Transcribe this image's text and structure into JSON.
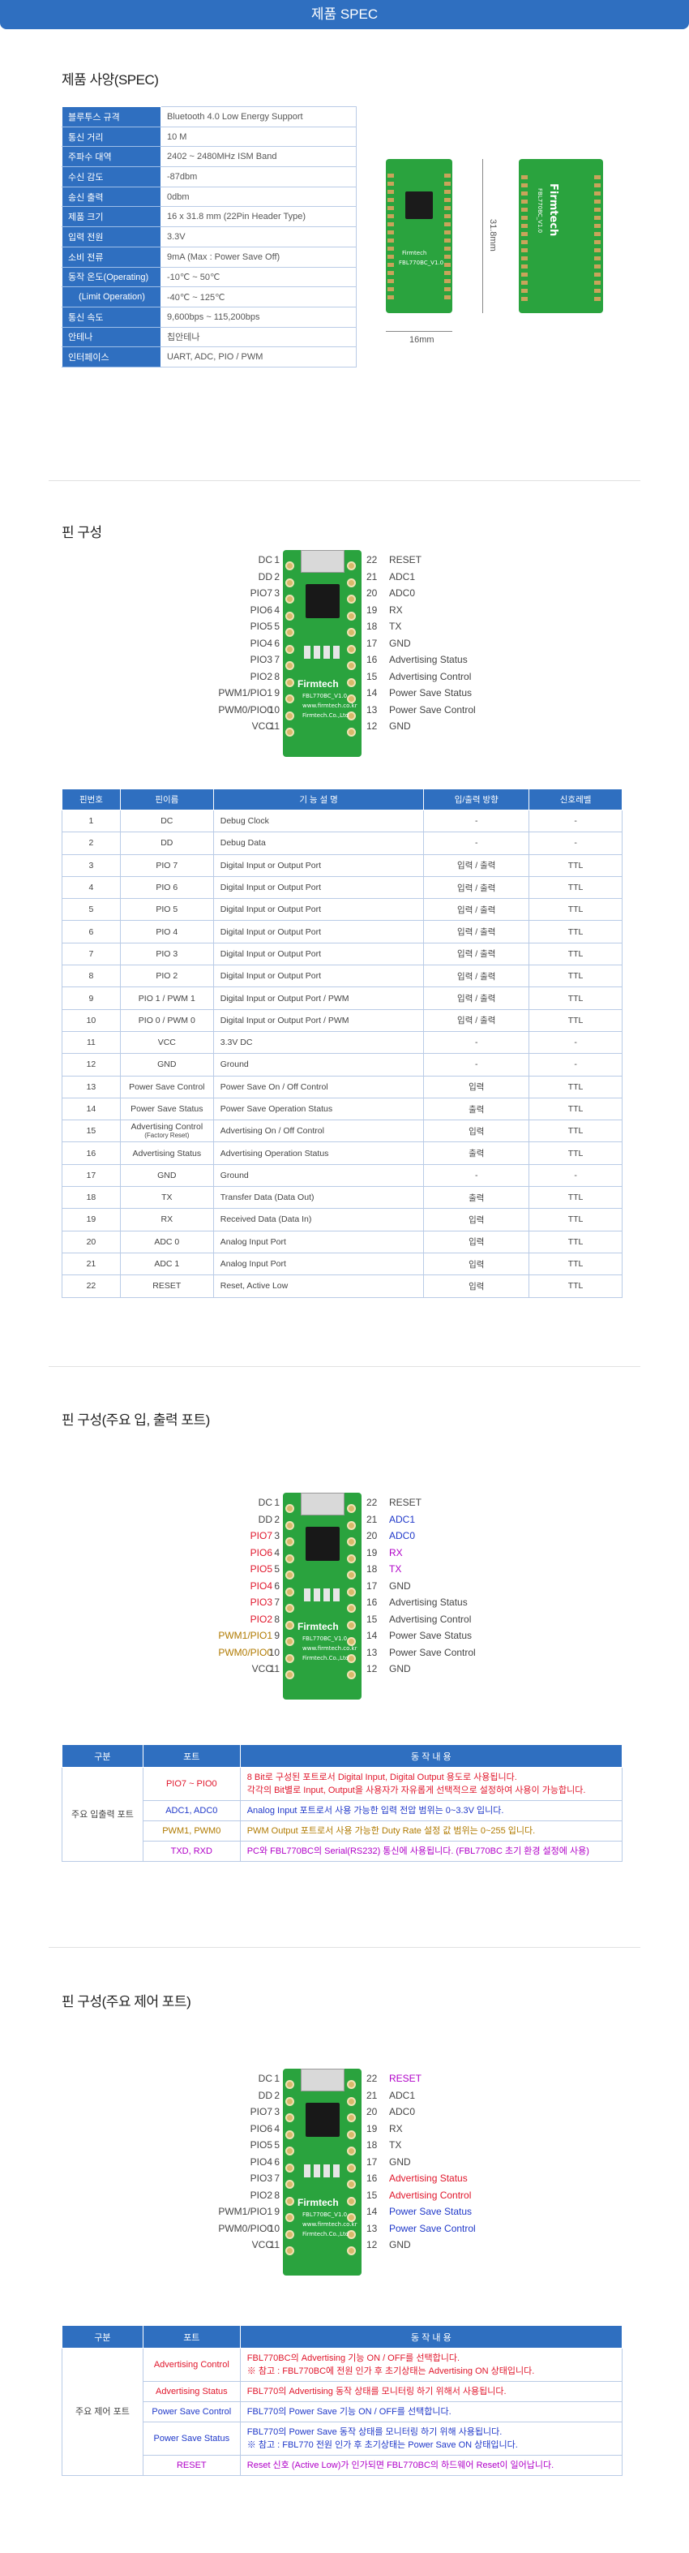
{
  "header": {
    "title": "제품 SPEC"
  },
  "section1": {
    "title": "제품 사양(SPEC)"
  },
  "spec_rows": [
    {
      "k": "블루투스 규격",
      "v": "Bluetooth 4.0 Low Energy Support"
    },
    {
      "k": "통신 거리",
      "v": "10 M"
    },
    {
      "k": "주파수 대역",
      "v": "2402 ~ 2480MHz ISM Band"
    },
    {
      "k": "수신 감도",
      "v": "-87dbm"
    },
    {
      "k": "송신 출력",
      "v": "0dbm"
    },
    {
      "k": "제품 크기",
      "v": "16 x 31.8 mm (22Pin Header Type)"
    },
    {
      "k": "입력 전원",
      "v": "3.3V"
    },
    {
      "k": "소비 전류",
      "v": "9mA (Max : Power Save Off)"
    },
    {
      "k": "동작 온도(Operating)",
      "v": "-10℃ ~ 50℃"
    },
    {
      "k": "(Limit Operation)",
      "v": "-40℃ ~ 125℃"
    },
    {
      "k": "통신 속도",
      "v": "9,600bps ~ 115,200bps"
    },
    {
      "k": "안테나",
      "v": "칩안테나"
    },
    {
      "k": "인터페이스",
      "v": "UART, ADC, PIO / PWM"
    }
  ],
  "dimensions": {
    "width": "16mm",
    "height": "31.8mm"
  },
  "board_text": {
    "brand": "Firmtech",
    "model": "FBL770BC_V1.0",
    "url": "www.firmtech.co.kr",
    "company": "Firmtech.Co.,Ltd"
  },
  "section2": {
    "title": "핀 구성"
  },
  "section3": {
    "title": "핀 구성(주요 입, 출력 포트)"
  },
  "section4": {
    "title": "핀 구성(주요 제어 포트)"
  },
  "pins_left": [
    {
      "name": "DC",
      "num": "1"
    },
    {
      "name": "DD",
      "num": "2"
    },
    {
      "name": "PIO7",
      "num": "3"
    },
    {
      "name": "PIO6",
      "num": "4"
    },
    {
      "name": "PIO5",
      "num": "5"
    },
    {
      "name": "PIO4",
      "num": "6"
    },
    {
      "name": "PIO3",
      "num": "7"
    },
    {
      "name": "PIO2",
      "num": "8"
    },
    {
      "name": "PWM1/PIO1",
      "num": "9"
    },
    {
      "name": "PWM0/PIO0",
      "num": "10"
    },
    {
      "name": "VCC",
      "num": "11"
    }
  ],
  "pins_right": [
    {
      "name": "RESET",
      "num": "22"
    },
    {
      "name": "ADC1",
      "num": "21"
    },
    {
      "name": "ADC0",
      "num": "20"
    },
    {
      "name": "RX",
      "num": "19"
    },
    {
      "name": "TX",
      "num": "18"
    },
    {
      "name": "GND",
      "num": "17"
    },
    {
      "name": "Advertising Status",
      "num": "16"
    },
    {
      "name": "Advertising Control",
      "num": "15"
    },
    {
      "name": "Power Save Status",
      "num": "14"
    },
    {
      "name": "Power Save Control",
      "num": "13"
    },
    {
      "name": "GND",
      "num": "12"
    }
  ],
  "pin_table": {
    "headers": [
      "핀번호",
      "핀이름",
      "기 능 설 명",
      "입/출력 방향",
      "신호레벨"
    ],
    "rows": [
      [
        "1",
        "DC",
        "Debug Clock",
        "-",
        "-"
      ],
      [
        "2",
        "DD",
        "Debug Data",
        "-",
        "-"
      ],
      [
        "3",
        "PIO 7",
        "Digital Input or Output Port",
        "입력 / 출력",
        "TTL"
      ],
      [
        "4",
        "PIO 6",
        "Digital Input or Output Port",
        "입력 / 출력",
        "TTL"
      ],
      [
        "5",
        "PIO 5",
        "Digital Input or Output Port",
        "입력 / 출력",
        "TTL"
      ],
      [
        "6",
        "PIO 4",
        "Digital Input or Output Port",
        "입력 / 출력",
        "TTL"
      ],
      [
        "7",
        "PIO 3",
        "Digital Input or Output Port",
        "입력 / 출력",
        "TTL"
      ],
      [
        "8",
        "PIO 2",
        "Digital Input or Output Port",
        "입력 / 출력",
        "TTL"
      ],
      [
        "9",
        "PIO 1 / PWM 1",
        "Digital Input or Output Port / PWM",
        "입력 / 출력",
        "TTL"
      ],
      [
        "10",
        "PIO 0 / PWM 0",
        "Digital Input or Output Port / PWM",
        "입력 / 출력",
        "TTL"
      ],
      [
        "11",
        "VCC",
        "3.3V DC",
        "-",
        "-"
      ],
      [
        "12",
        "GND",
        "Ground",
        "-",
        "-"
      ],
      [
        "13",
        "Power Save Control",
        "Power Save On / Off Control",
        "입력",
        "TTL"
      ],
      [
        "14",
        "Power Save Status",
        "Power Save Operation Status",
        "출력",
        "TTL"
      ],
      [
        "15",
        "Advertising Control",
        "Advertising On / Off Control",
        "입력",
        "TTL"
      ],
      [
        "16",
        "Advertising Status",
        "Advertising Operation Status",
        "출력",
        "TTL"
      ],
      [
        "17",
        "GND",
        "Ground",
        "-",
        "-"
      ],
      [
        "18",
        "TX",
        "Transfer Data (Data Out)",
        "출력",
        "TTL"
      ],
      [
        "19",
        "RX",
        "Received Data (Data In)",
        "입력",
        "TTL"
      ],
      [
        "20",
        "ADC 0",
        "Analog Input Port",
        "입력",
        "TTL"
      ],
      [
        "21",
        "ADC 1",
        "Analog Input Port",
        "입력",
        "TTL"
      ],
      [
        "22",
        "RESET",
        "Reset, Active Low",
        "입력",
        "TTL"
      ]
    ],
    "row15_note": "(Factory Reset)"
  },
  "io_table": {
    "headers": [
      "구분",
      "포트",
      "동 작 내 용"
    ],
    "group": "주요 입출력 포트",
    "rows": [
      {
        "port": "PIO7 ~ PIO0",
        "lines": [
          "8 Bit로 구성된 포트로서 Digital Input, Digital Output 용도로 사용됩니다.",
          "각각의 Bit별로 Input, Output을 사용자가 자유롭게 선택적으로 설정하여 사용이 가능합니다."
        ]
      },
      {
        "port": "ADC1, ADC0",
        "lines": [
          "Analog Input 포트로서 사용 가능한 입력 전압 범위는 0~3.3V 입니다."
        ]
      },
      {
        "port": "PWM1, PWM0",
        "lines": [
          "PWM Output 포트로서 사용 가능한 Duty Rate 설정 값 범위는 0~255 입니다."
        ]
      },
      {
        "port": "TXD, RXD",
        "lines": [
          "PC와 FBL770BC의 Serial(RS232) 통신에 사용됩니다. (FBL770BC 초기 환경 설정에 사용)"
        ]
      }
    ]
  },
  "ctrl_table": {
    "headers": [
      "구분",
      "포트",
      "동 작 내 용"
    ],
    "group": "주요 제어 포트",
    "rows": [
      {
        "port": "Advertising Control",
        "lines": [
          "FBL770BC의 Advertising 기능 ON / OFF를 선택합니다.",
          "※ 참고 : FBL770BC에 전원 인가 후 초기상태는 Advertising ON 상태입니다."
        ]
      },
      {
        "port": "Advertising Status",
        "lines": [
          "FBL770의 Advertising 동작 상태를 모니터링 하기 위해서 사용됩니다."
        ]
      },
      {
        "port": "Power Save Control",
        "lines": [
          "FBL770의 Power Save 기능 ON / OFF를 선택합니다."
        ]
      },
      {
        "port": "Power Save Status",
        "lines": [
          "FBL770의 Power Save 동작 상태를 모니터링 하기 위해 사용됩니다.",
          "※ 참고 : FBL770 전원 인가 후 초기상태는 Power Save ON 상태입니다."
        ]
      },
      {
        "port": "RESET",
        "lines": [
          "Reset 신호 (Active Low)가 인가되면 FBL770BC의 하드웨어 Reset이 일어납니다."
        ]
      }
    ]
  },
  "colors": {
    "header_blue": "#2f6fc0",
    "red": "#e0162b",
    "blue": "#1f38c9",
    "purple": "#b000c8",
    "olive": "#b07a00"
  }
}
